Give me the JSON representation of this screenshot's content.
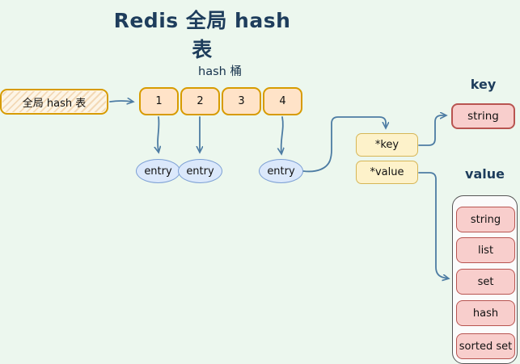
{
  "title": "Redis 全局 hash 表",
  "colors": {
    "background": "#ecf7ee",
    "title_text": "#1e3d5c",
    "arrow": "#4d7ca3",
    "bucket_fill": "#ffe3c8",
    "bucket_border": "#d79b00",
    "entry_fill": "#dbe8fb",
    "entry_border": "#7b9fd4",
    "pointer_fill": "#fdf2ca",
    "pointer_border": "#d6b656",
    "type_fill": "#f8cecc",
    "type_border": "#b85450"
  },
  "diagram": {
    "bucket_section_label": "hash 桶",
    "global_table_label": "全局 hash 表",
    "buckets": [
      "1",
      "2",
      "3",
      "4"
    ],
    "entries": [
      "entry",
      "entry",
      "entry"
    ],
    "entry_fields": {
      "key": "*key",
      "value": "*value"
    },
    "key_group": {
      "label": "key",
      "type": "string"
    },
    "value_group": {
      "label": "value",
      "types": [
        "string",
        "list",
        "set",
        "hash",
        "sorted set"
      ]
    }
  }
}
